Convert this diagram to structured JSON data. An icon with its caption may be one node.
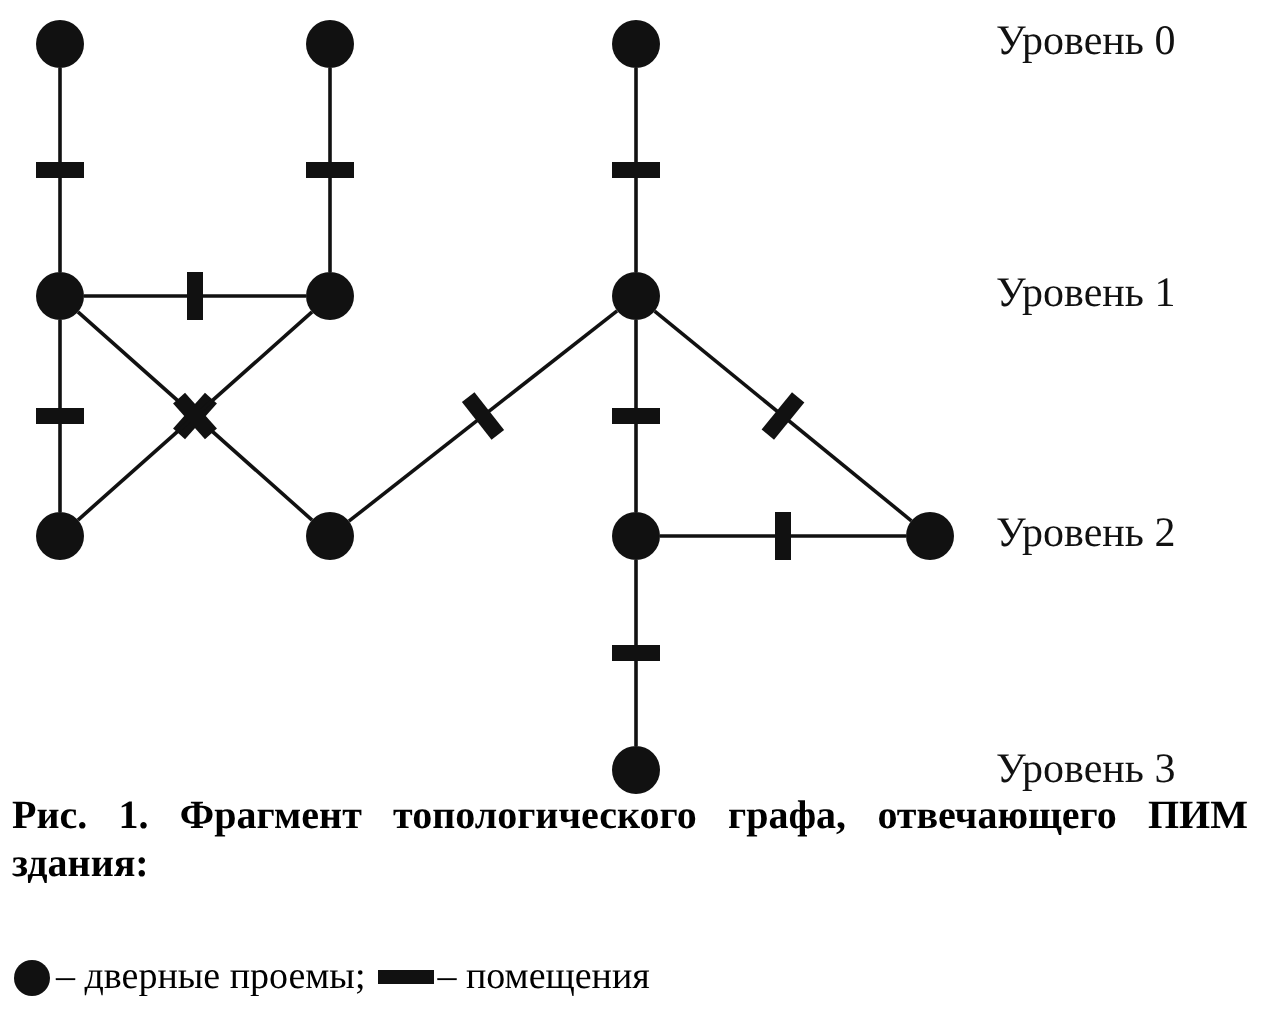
{
  "diagram": {
    "caption": "Рис. 1. Фрагмент топологического графа, отвечающего ПИМ здания:",
    "nodes": [
      {
        "text": [],
        "shape": "circle"
      },
      {
        "text": [],
        "shape": "circle"
      },
      {
        "text": [],
        "shape": "circle"
      },
      {
        "text": [],
        "shape": "circle"
      },
      {
        "text": [],
        "shape": "circle"
      },
      {
        "text": [],
        "shape": "circle"
      },
      {
        "text": [],
        "shape": "circle"
      },
      {
        "text": [],
        "shape": "circle"
      },
      {
        "text": [],
        "shape": "circle"
      },
      {
        "text": [],
        "shape": "circle"
      },
      {
        "text": [],
        "shape": "circle"
      }
    ],
    "edges": [
      {
        "from": 0,
        "to": 3,
        "arrow": "none"
      },
      {
        "from": 1,
        "to": 4,
        "arrow": "none"
      },
      {
        "from": 2,
        "to": 5,
        "arrow": "none"
      },
      {
        "from": 3,
        "to": 4,
        "arrow": "none"
      },
      {
        "from": 3,
        "to": 6,
        "arrow": "none"
      },
      {
        "from": 3,
        "to": 7,
        "arrow": "none"
      },
      {
        "from": 4,
        "to": 6,
        "arrow": "none"
      },
      {
        "from": 7,
        "to": 5,
        "arrow": "none"
      },
      {
        "from": 5,
        "to": 8,
        "arrow": "none"
      },
      {
        "from": 5,
        "to": 9,
        "arrow": "none"
      },
      {
        "from": 8,
        "to": 9,
        "arrow": "none"
      },
      {
        "from": 8,
        "to": 10,
        "arrow": "none"
      }
    ],
    "labels": [
      "Уровень 0",
      "Уровень 1",
      "Уровень 2",
      "Уровень 3"
    ],
    "legend": [
      {
        "text": "– дверные проемы;"
      },
      {
        "text": "– помещения"
      }
    ]
  }
}
